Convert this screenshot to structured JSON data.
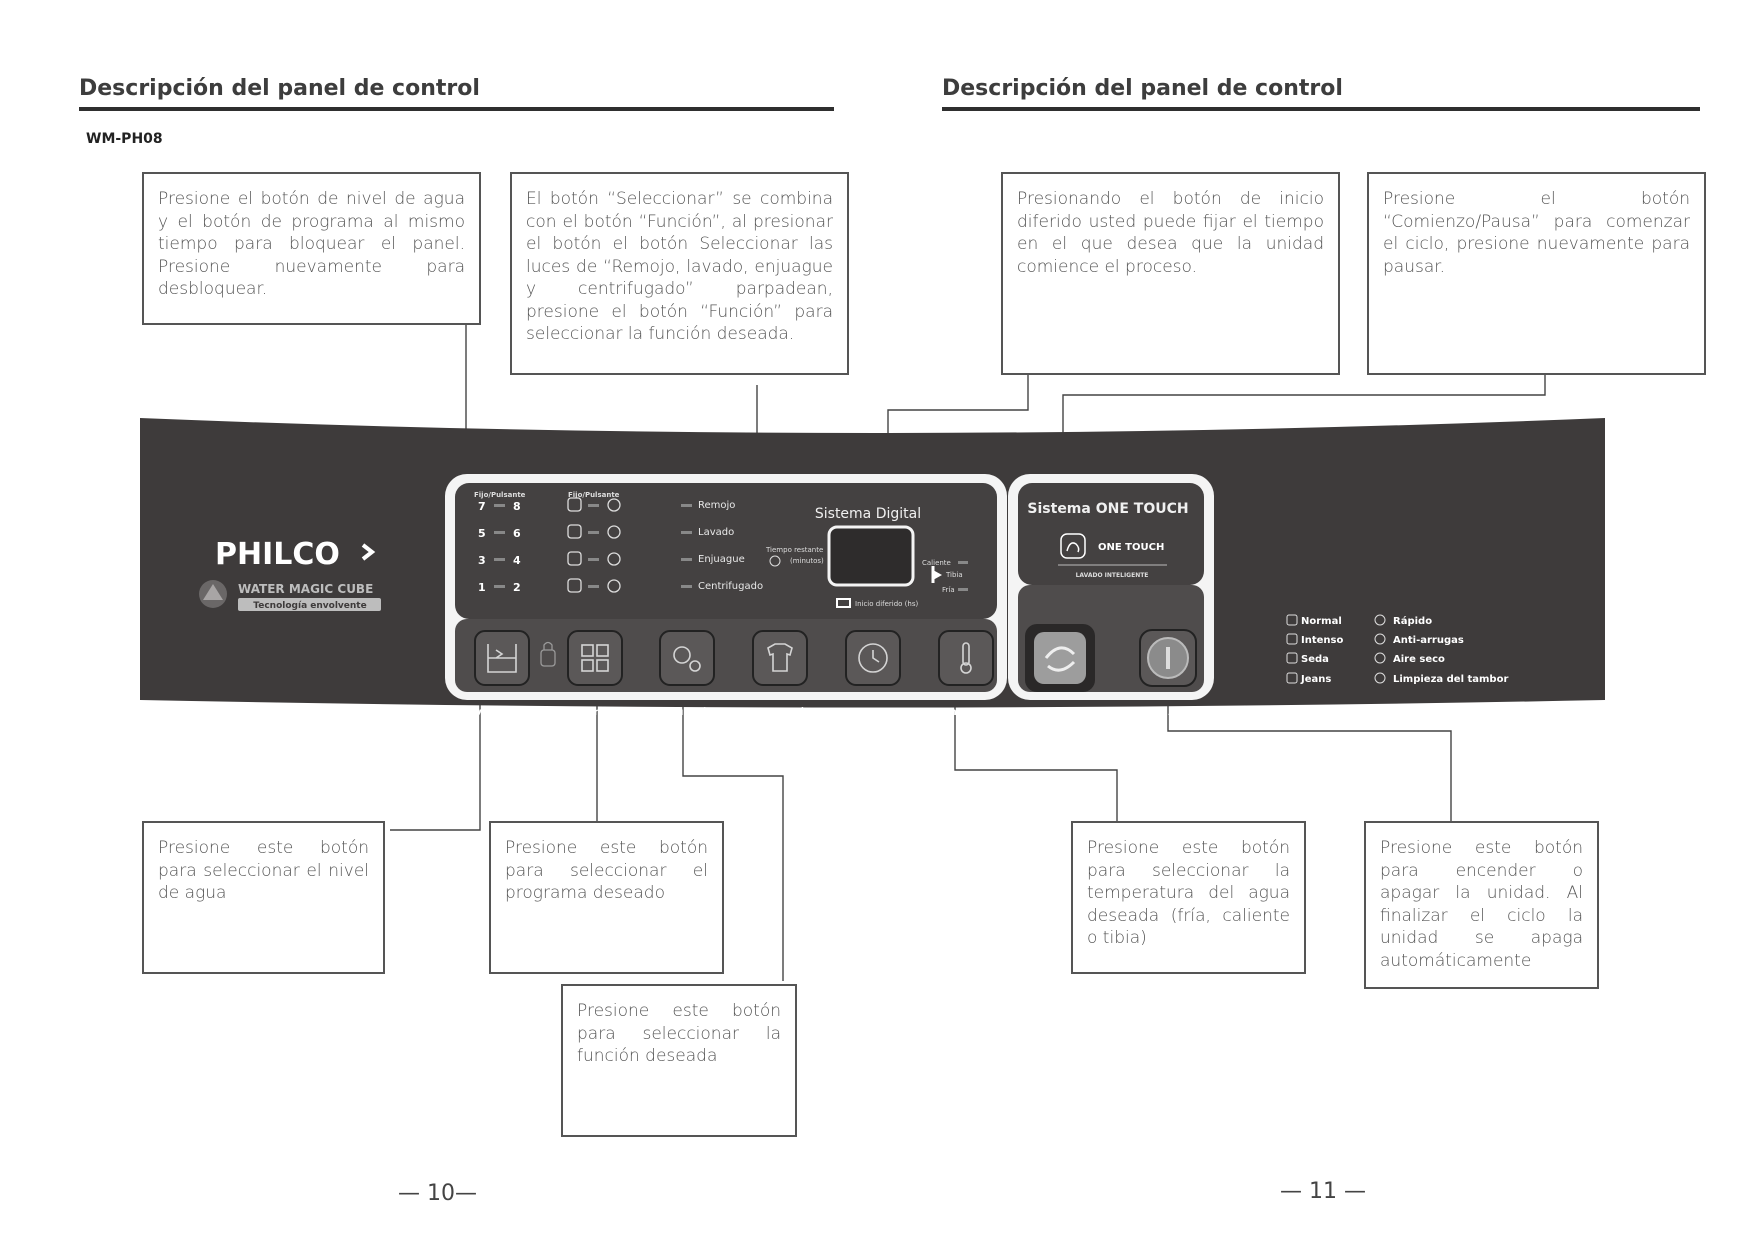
{
  "page_left": {
    "heading": "Descripción del panel de control",
    "model": "WM-PH08",
    "page_number": "— 10—"
  },
  "page_right": {
    "heading": "Descripción del panel de control",
    "page_number": "— 11 —"
  },
  "callouts": {
    "lock": "Presione el botón de nivel de agua y el botón de programa al mismo tiempo para bloquear el panel. Presione nuevamente para desbloquear.",
    "select": "El botón “Seleccionar” se combina con el botón “Función”, al presionar el botón el botón Seleccionar las luces de “Remojo, lavado, enjuague y centrifugado” parpadean, presione el botón “Función” para seleccionar la función deseada.",
    "delay": "Presionando el botón de inicio diferido usted puede fijar el tiempo en el que desea que la unidad comience el proceso.",
    "startpause": "Presione el botón “Comienzo/Pausa” para comenzar el ciclo, presione nuevamente para pausar.",
    "water": "Presione este botón para seleccionar el nivel de agua",
    "program": "Presione este botón para seleccionar el programa deseado",
    "function": "Presione este botón para seleccionar la función deseada",
    "temperature": "Presione este botón para seleccionar la temperatura del agua deseada (fría, caliente o tibia)",
    "power": "Presione este botón para encender o apagar la unidad. Al finalizar el ciclo la unidad se apaga automáticamente"
  },
  "panel": {
    "brand": "PHILCO",
    "sub_brand": "WATER MAGIC CUBE",
    "tagline": "Tecnología envolvente",
    "col_header_1": "Fijo/Pulsante",
    "col_header_2": "Fijo/Pulsante",
    "water_levels": [
      [
        "7",
        "8"
      ],
      [
        "5",
        "6"
      ],
      [
        "3",
        "4"
      ],
      [
        "1",
        "2"
      ]
    ],
    "functions": [
      "Remojo",
      "Lavado",
      "Enjuague",
      "Centrifugado"
    ],
    "digital_title": "Sistema Digital",
    "time_remaining": "Tiempo restante",
    "time_unit": "(minutos)",
    "delay_start": "Inicio diferido (hs)",
    "temps": [
      "Caliente",
      "Tibia",
      "Fría"
    ],
    "one_touch_title": "Sistema ONE TOUCH",
    "one_touch_logo": "ONE TOUCH",
    "one_touch_sub": "LAVADO INTELIGENTE",
    "buttons": [
      "Nivel de agua",
      "Programa",
      "Función",
      "Selección",
      "Inicio diferido",
      "Temperatura",
      "Comienzo / Pausa",
      "Inicio / Apagar"
    ],
    "programs_left": [
      "Normal",
      "Intenso",
      "Seda",
      "Jeans"
    ],
    "programs_right": [
      "Rápido",
      "Anti-arrugas",
      "Aire seco",
      "Limpieza del tambor"
    ]
  }
}
